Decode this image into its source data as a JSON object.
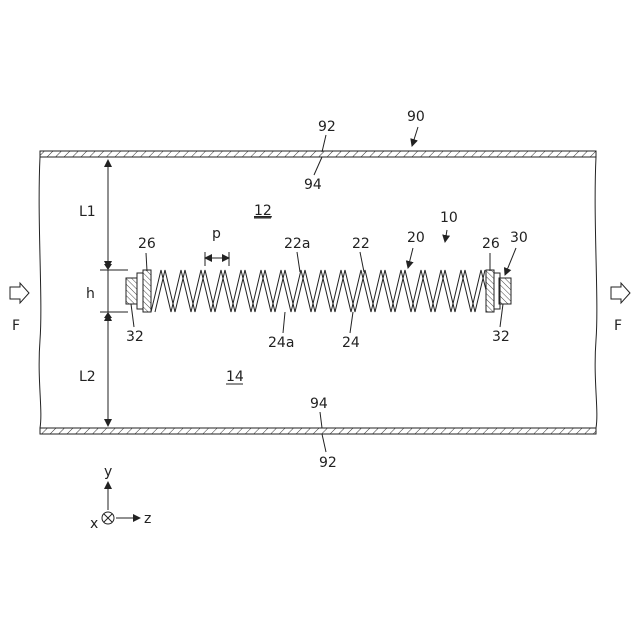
{
  "labels": {
    "pipe": "90",
    "wall_outer": "92",
    "wall_inner": "94",
    "wall_outer_bottom": "92",
    "wall_inner_bottom": "94",
    "device": "10",
    "region_upper": "12",
    "region_lower": "14",
    "spring": "20",
    "ridge": "22",
    "ridge_apex": "22a",
    "valley": "24",
    "valley_apex": "24a",
    "end_plate_left": "26",
    "end_plate_right": "26",
    "holder": "30",
    "seal_left": "32",
    "seal_right": "32",
    "pitch": "p",
    "height": "h",
    "dist_upper": "L1",
    "dist_lower": "L2",
    "flow_in": "F",
    "flow_out": "F"
  },
  "axes": {
    "y": "y",
    "z": "z",
    "x": "x"
  }
}
